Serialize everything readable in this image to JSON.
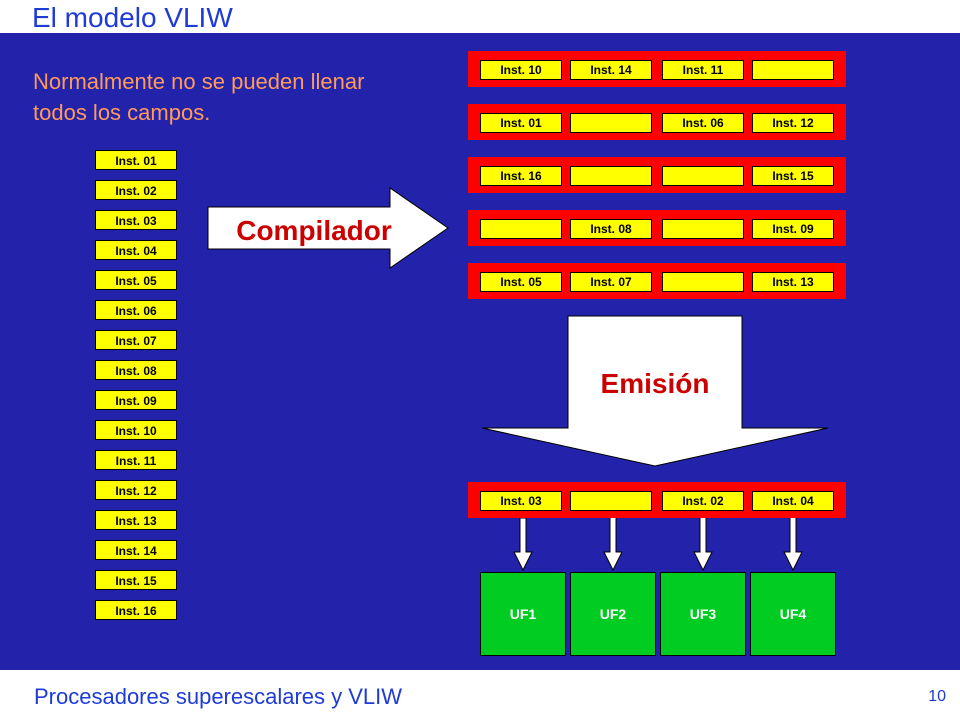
{
  "title": "El modelo VLIW",
  "note": "Normalmente no se pueden llenar todos los campos.",
  "sequence": [
    "Inst.   01",
    "Inst.   02",
    "Inst.   03",
    "Inst.   04",
    "Inst.   05",
    "Inst.   06",
    "Inst.   07",
    "Inst.   08",
    "Inst.   09",
    "Inst.   10",
    "Inst.   11",
    "Inst.   12",
    "Inst.   13",
    "Inst.   14",
    "Inst.   15",
    "Inst.   16"
  ],
  "compiler_label": "Compilador",
  "bundles": [
    [
      "Inst.   10",
      "Inst.   14",
      "Inst.   11",
      ""
    ],
    [
      "Inst.   01",
      "",
      "Inst.   06",
      "Inst.   12"
    ],
    [
      "Inst.   16",
      "",
      "",
      "Inst.   15"
    ],
    [
      "",
      "Inst.   08",
      "",
      "Inst.   09"
    ],
    [
      "Inst.   05",
      "Inst.   07",
      "",
      "Inst.   13"
    ]
  ],
  "issue_label": "Emisión",
  "issued_bundle": [
    "Inst.   03",
    "",
    "Inst.   02",
    "Inst.   04"
  ],
  "functional_units": [
    "UF1",
    "UF2",
    "UF3",
    "UF4"
  ],
  "footer": "Procesadores superescalares y VLIW",
  "page_number": "10"
}
